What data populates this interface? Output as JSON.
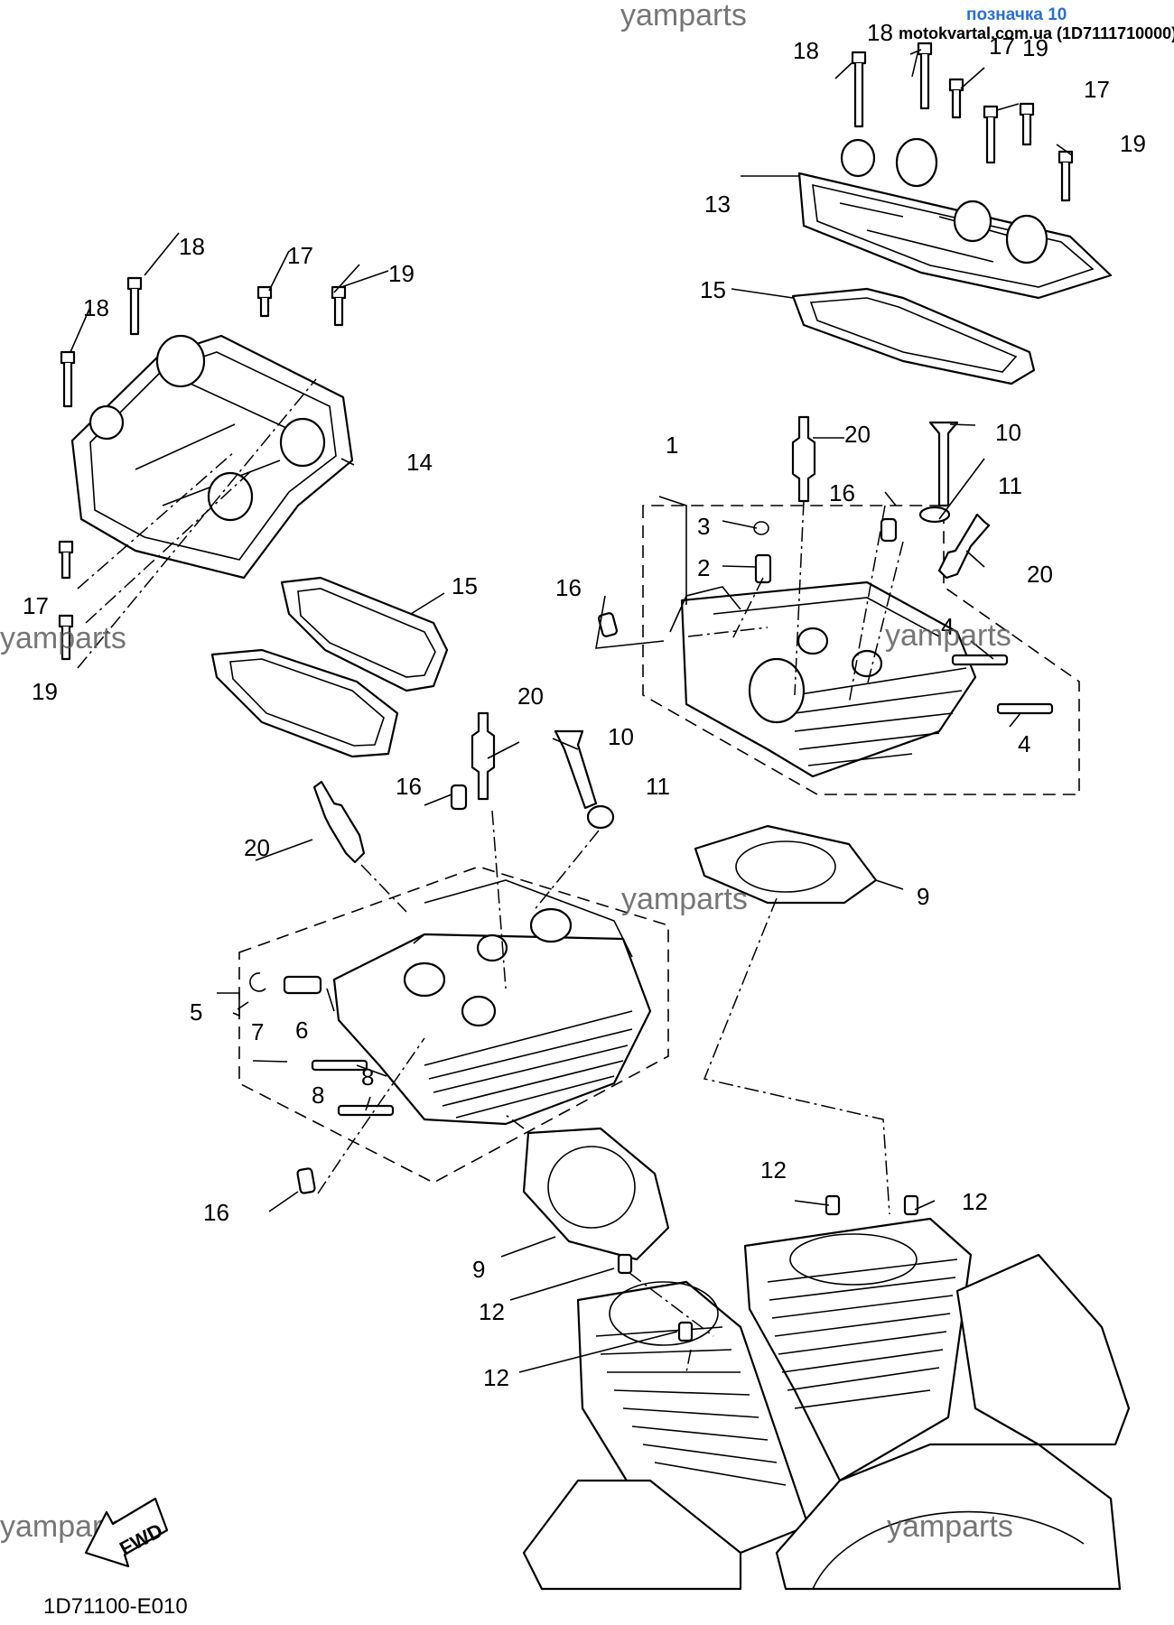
{
  "header": {
    "label": "позначка 10",
    "source": "motokvartal.com.ua (1D7111710000)"
  },
  "watermark": "yamparts",
  "fwd_label": "FWD",
  "diagram_code": "1D71100-E010",
  "callouts": {
    "c1": "1",
    "c2": "2",
    "c3": "3",
    "c4a": "4",
    "c4b": "4",
    "c5": "5",
    "c6": "6",
    "c7": "7",
    "c8a": "8",
    "c8b": "8",
    "c9a": "9",
    "c9b": "9",
    "c10a": "10",
    "c10b": "10",
    "c11a": "11",
    "c11b": "11",
    "c12a": "12",
    "c12b": "12",
    "c12c": "12",
    "c12d": "12",
    "c13": "13",
    "c14": "14",
    "c15a": "15",
    "c15b": "15",
    "c16a": "16",
    "c16b": "16",
    "c16c": "16",
    "c16d": "16",
    "c17a": "17",
    "c17b": "17",
    "c17c": "17",
    "c17d": "17",
    "c18a": "18",
    "c18b": "18",
    "c18c": "18",
    "c18d": "18",
    "c19a": "19",
    "c19b": "19",
    "c19c": "19",
    "c19d": "19",
    "c20a": "20",
    "c20b": "20",
    "c20c": "20",
    "c20d": "20"
  }
}
